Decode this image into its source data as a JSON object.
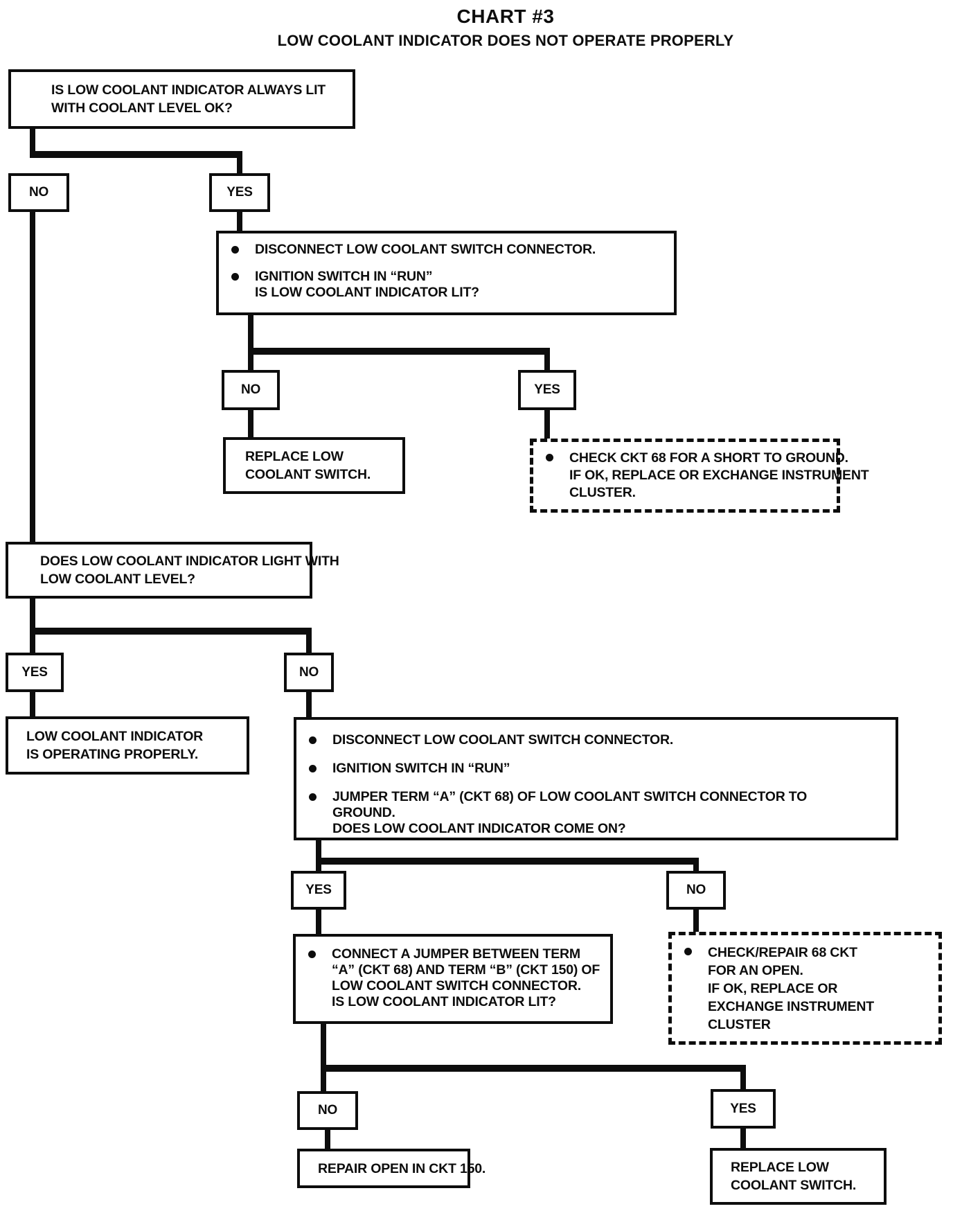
{
  "colors": {
    "ink": "#0d0d0d",
    "paper": "#ffffff"
  },
  "title": "CHART #3",
  "subtitle": "LOW COOLANT INDICATOR DOES NOT OPERATE PROPERLY",
  "nodes": {
    "q1": {
      "lines": [
        "IS LOW COOLANT INDICATOR ALWAYS LIT",
        "WITH COOLANT LEVEL OK?"
      ]
    },
    "no1": {
      "label": "NO"
    },
    "yes1": {
      "label": "YES"
    },
    "b1": {
      "items": [
        {
          "lines": [
            "DISCONNECT LOW COOLANT SWITCH CONNECTOR."
          ]
        },
        {
          "lines": [
            "IGNITION SWITCH IN “RUN”",
            "IS LOW COOLANT INDICATOR LIT?"
          ]
        }
      ]
    },
    "no2": {
      "label": "NO"
    },
    "yes2": {
      "label": "YES"
    },
    "replace1": {
      "lines": [
        "REPLACE LOW",
        "COOLANT SWITCH."
      ]
    },
    "check1": {
      "items": [
        {
          "lines": [
            "CHECK CKT 68 FOR A SHORT TO GROUND.",
            "IF OK, REPLACE OR EXCHANGE INSTRUMENT",
            "CLUSTER."
          ]
        }
      ]
    },
    "q2": {
      "lines": [
        "DOES LOW COOLANT INDICATOR LIGHT WITH",
        "LOW COOLANT LEVEL?"
      ]
    },
    "yes3": {
      "label": "YES"
    },
    "no3": {
      "label": "NO"
    },
    "ok1": {
      "lines": [
        "LOW COOLANT INDICATOR",
        "IS OPERATING PROPERLY."
      ]
    },
    "b2": {
      "items": [
        {
          "lines": [
            "DISCONNECT LOW COOLANT SWITCH CONNECTOR."
          ]
        },
        {
          "lines": [
            "IGNITION SWITCH IN “RUN”"
          ]
        },
        {
          "lines": [
            "JUMPER TERM “A” (CKT 68) OF LOW COOLANT SWITCH CONNECTOR TO",
            "GROUND.",
            "DOES LOW COOLANT INDICATOR COME ON?"
          ]
        }
      ]
    },
    "yes4": {
      "label": "YES"
    },
    "no4": {
      "label": "NO"
    },
    "jumper": {
      "items": [
        {
          "lines": [
            "CONNECT A JUMPER BETWEEN TERM",
            "“A” (CKT 68) AND TERM “B” (CKT 150) OF",
            "LOW COOLANT SWITCH CONNECTOR.",
            "IS LOW COOLANT INDICATOR LIT?"
          ]
        }
      ]
    },
    "check2": {
      "items": [
        {
          "lines": [
            "CHECK/REPAIR 68 CKT",
            "FOR AN OPEN.",
            "IF OK, REPLACE OR",
            "EXCHANGE INSTRUMENT",
            "CLUSTER"
          ]
        }
      ]
    },
    "no5": {
      "label": "NO"
    },
    "yes5": {
      "label": "YES"
    },
    "repair": {
      "lines": [
        "REPAIR OPEN IN CKT 150."
      ]
    },
    "replace2": {
      "lines": [
        "REPLACE LOW",
        "COOLANT SWITCH."
      ]
    }
  }
}
